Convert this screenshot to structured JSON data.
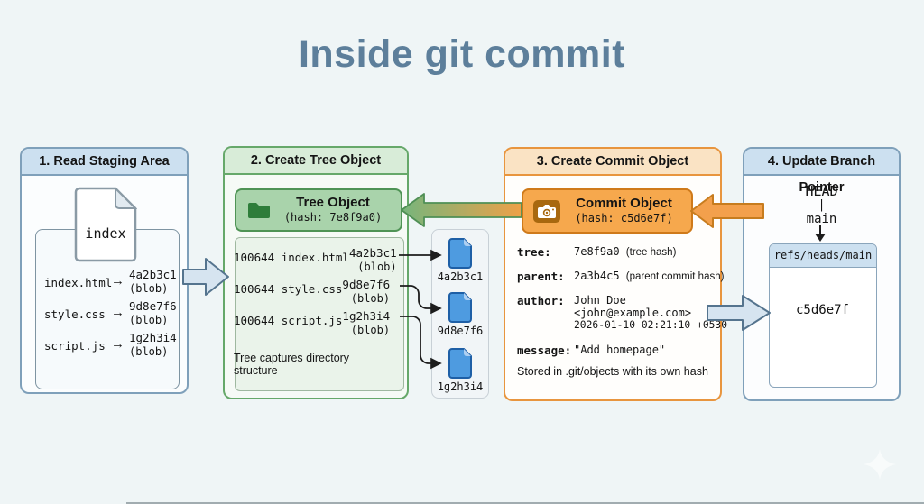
{
  "title": "Inside git commit",
  "colors": {
    "background": "#eff5f6",
    "title_text": "#5d7f9b",
    "blue_panel_border": "#7fa0ba",
    "blue_panel_header": "#cce0f0",
    "green_panel_border": "#66a86a",
    "green_panel_header": "#d8ecd8",
    "orange_panel_border": "#e8953e",
    "orange_panel_header": "#fae3c4",
    "tree_box_fill": "#a9d3ab",
    "commit_box_fill": "#f6a84d",
    "blob_icon_fill": "#4e9be0",
    "block_arrow_blue": "#d6e4f0",
    "block_arrow_orange": "#f3a04c"
  },
  "panel1": {
    "header": "1. Read Staging Area",
    "doc_label": "index",
    "arrow_glyph": "→",
    "rows": [
      {
        "file": "index.html",
        "hash": "4a2b3c1",
        "type": "(blob)"
      },
      {
        "file": "style.css",
        "hash": "9d8e7f6",
        "type": "(blob)"
      },
      {
        "file": "script.js",
        "hash": "1g2h3i4",
        "type": "(blob)"
      }
    ]
  },
  "panel2": {
    "header": "2. Create Tree Object",
    "box_title": "Tree Object",
    "box_hash": "(hash: 7e8f9a0)",
    "rows": [
      {
        "mode": "100644",
        "file": "index.html",
        "hash": "4a2b3c1",
        "type": "(blob)"
      },
      {
        "mode": "100644",
        "file": "style.css",
        "hash": "9d8e7f6",
        "type": "(blob)"
      },
      {
        "mode": "100644",
        "file": "script.js",
        "hash": "1g2h3i4",
        "type": "(blob)"
      }
    ],
    "footer": "Tree captures directory structure"
  },
  "blobs": {
    "items": [
      {
        "hash": "4a2b3c1"
      },
      {
        "hash": "9d8e7f6"
      },
      {
        "hash": "1g2h3i4"
      }
    ]
  },
  "panel3": {
    "header": "3. Create Commit Object",
    "box_title": "Commit Object",
    "box_hash": "(hash: c5d6e7f)",
    "fields": {
      "tree_label": "tree:",
      "tree_value": "7e8f9a0 ",
      "tree_note": "(tree hash)",
      "parent_label": "parent:",
      "parent_value": "2a3b4c5 ",
      "parent_note": "(parent commit hash)",
      "author_label": "author:",
      "author_line1": "John Doe",
      "author_line2": "<john@example.com>",
      "author_line3": "2026-01-10 02:21:10 +0530",
      "message_label": "message:",
      "message_value": "\"Add homepage\""
    },
    "footer": "Stored in .git/objects with its own hash"
  },
  "panel4": {
    "header": "4. Update Branch Pointer",
    "head_label": "HEAD",
    "pipe_glyph": "|",
    "branch_label": "main",
    "ref_box": {
      "header": "refs/heads/main",
      "hash": "c5d6e7f"
    }
  }
}
